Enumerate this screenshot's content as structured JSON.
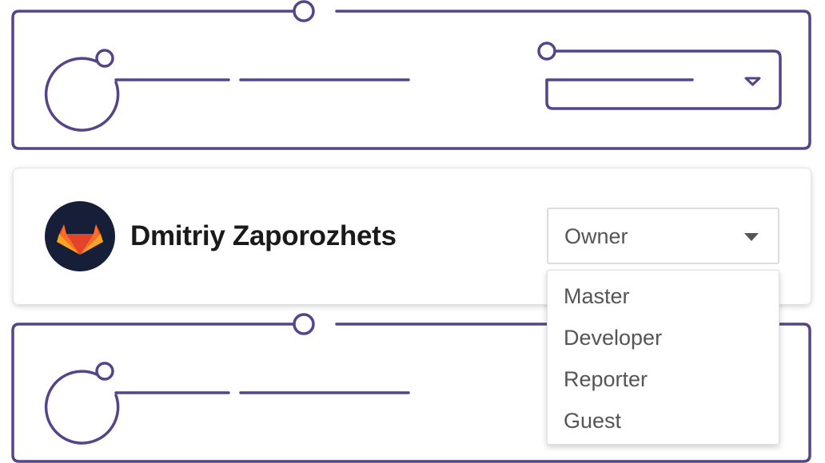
{
  "colors": {
    "accent": "#554488",
    "dark_avatar": "#171f38",
    "text": "#555555"
  },
  "member": {
    "name": "Dmitriy Zaporozhets",
    "avatar_icon": "gitlab-tanuki-icon"
  },
  "role_select": {
    "value": "Owner",
    "icon": "chevron-down-icon",
    "options": [
      "Master",
      "Developer",
      "Reporter",
      "Guest"
    ]
  },
  "placeholders": {
    "icon": "chevron-down-icon"
  }
}
